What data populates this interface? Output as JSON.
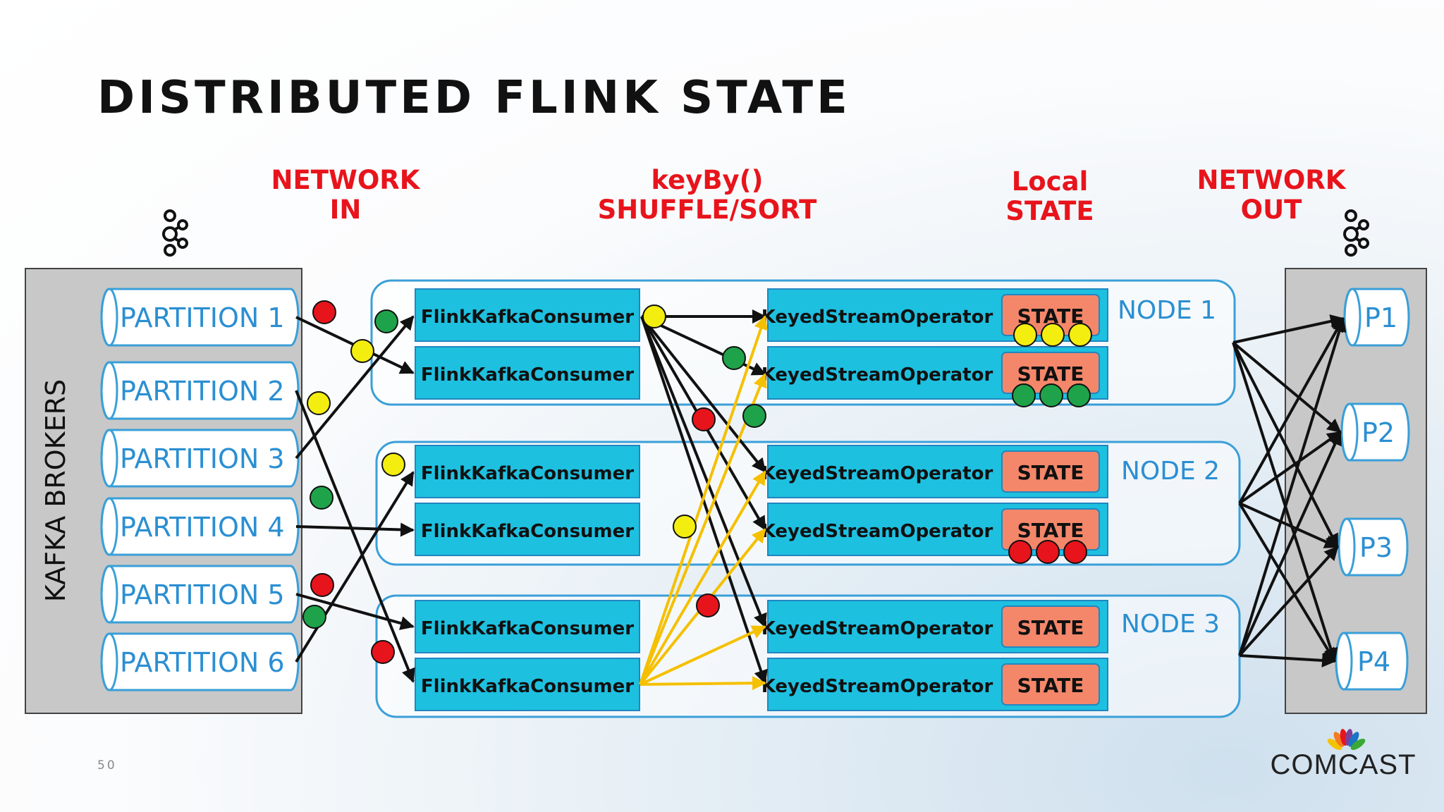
{
  "title": "DISTRIBUTED FLINK STATE",
  "page_number": "50",
  "logo_text": "COMCAST",
  "headers": {
    "network_in": [
      "NETWORK",
      "IN"
    ],
    "keyby": [
      "keyBy()",
      "SHUFFLE/SORT"
    ],
    "local_state": [
      "Local",
      "STATE"
    ],
    "network_out": [
      "NETWORK",
      "OUT"
    ]
  },
  "kafka_icon": "kafka-logo-icon",
  "brokers_label": "KAFKA BROKERS",
  "partitions": [
    "PARTITION 1",
    "PARTITION 2",
    "PARTITION 3",
    "PARTITION 4",
    "PARTITION 5",
    "PARTITION 6"
  ],
  "output_partitions": [
    "P1",
    "P2",
    "P3",
    "P4"
  ],
  "nodes": [
    {
      "label": "NODE 1",
      "consumers": [
        "FlinkKafkaConsumer",
        "FlinkKafkaConsumer"
      ],
      "operators": [
        "KeyedStreamOperator",
        "KeyedStreamOperator"
      ],
      "states": [
        "STATE",
        "STATE"
      ]
    },
    {
      "label": "NODE 2",
      "consumers": [
        "FlinkKafkaConsumer",
        "FlinkKafkaConsumer"
      ],
      "operators": [
        "KeyedStreamOperator",
        "KeyedStreamOperator"
      ],
      "states": [
        "STATE",
        "STATE"
      ]
    },
    {
      "label": "NODE 3",
      "consumers": [
        "FlinkKafkaConsumer",
        "FlinkKafkaConsumer"
      ],
      "operators": [
        "KeyedStreamOperator",
        "KeyedStreamOperator"
      ],
      "states": [
        "STATE",
        "STATE"
      ]
    }
  ],
  "colors": {
    "header_red": "#e8141c",
    "label_blue": "#2b8fd2",
    "box_cyan": "#1ec0e0",
    "state_salmon": "#f4876a",
    "broker_gray": "#c8c8c8",
    "arrow_yellow": "#f5c000",
    "dot_red": "#e8141c",
    "dot_green": "#1fa34a",
    "dot_yellow": "#f4ee10"
  }
}
